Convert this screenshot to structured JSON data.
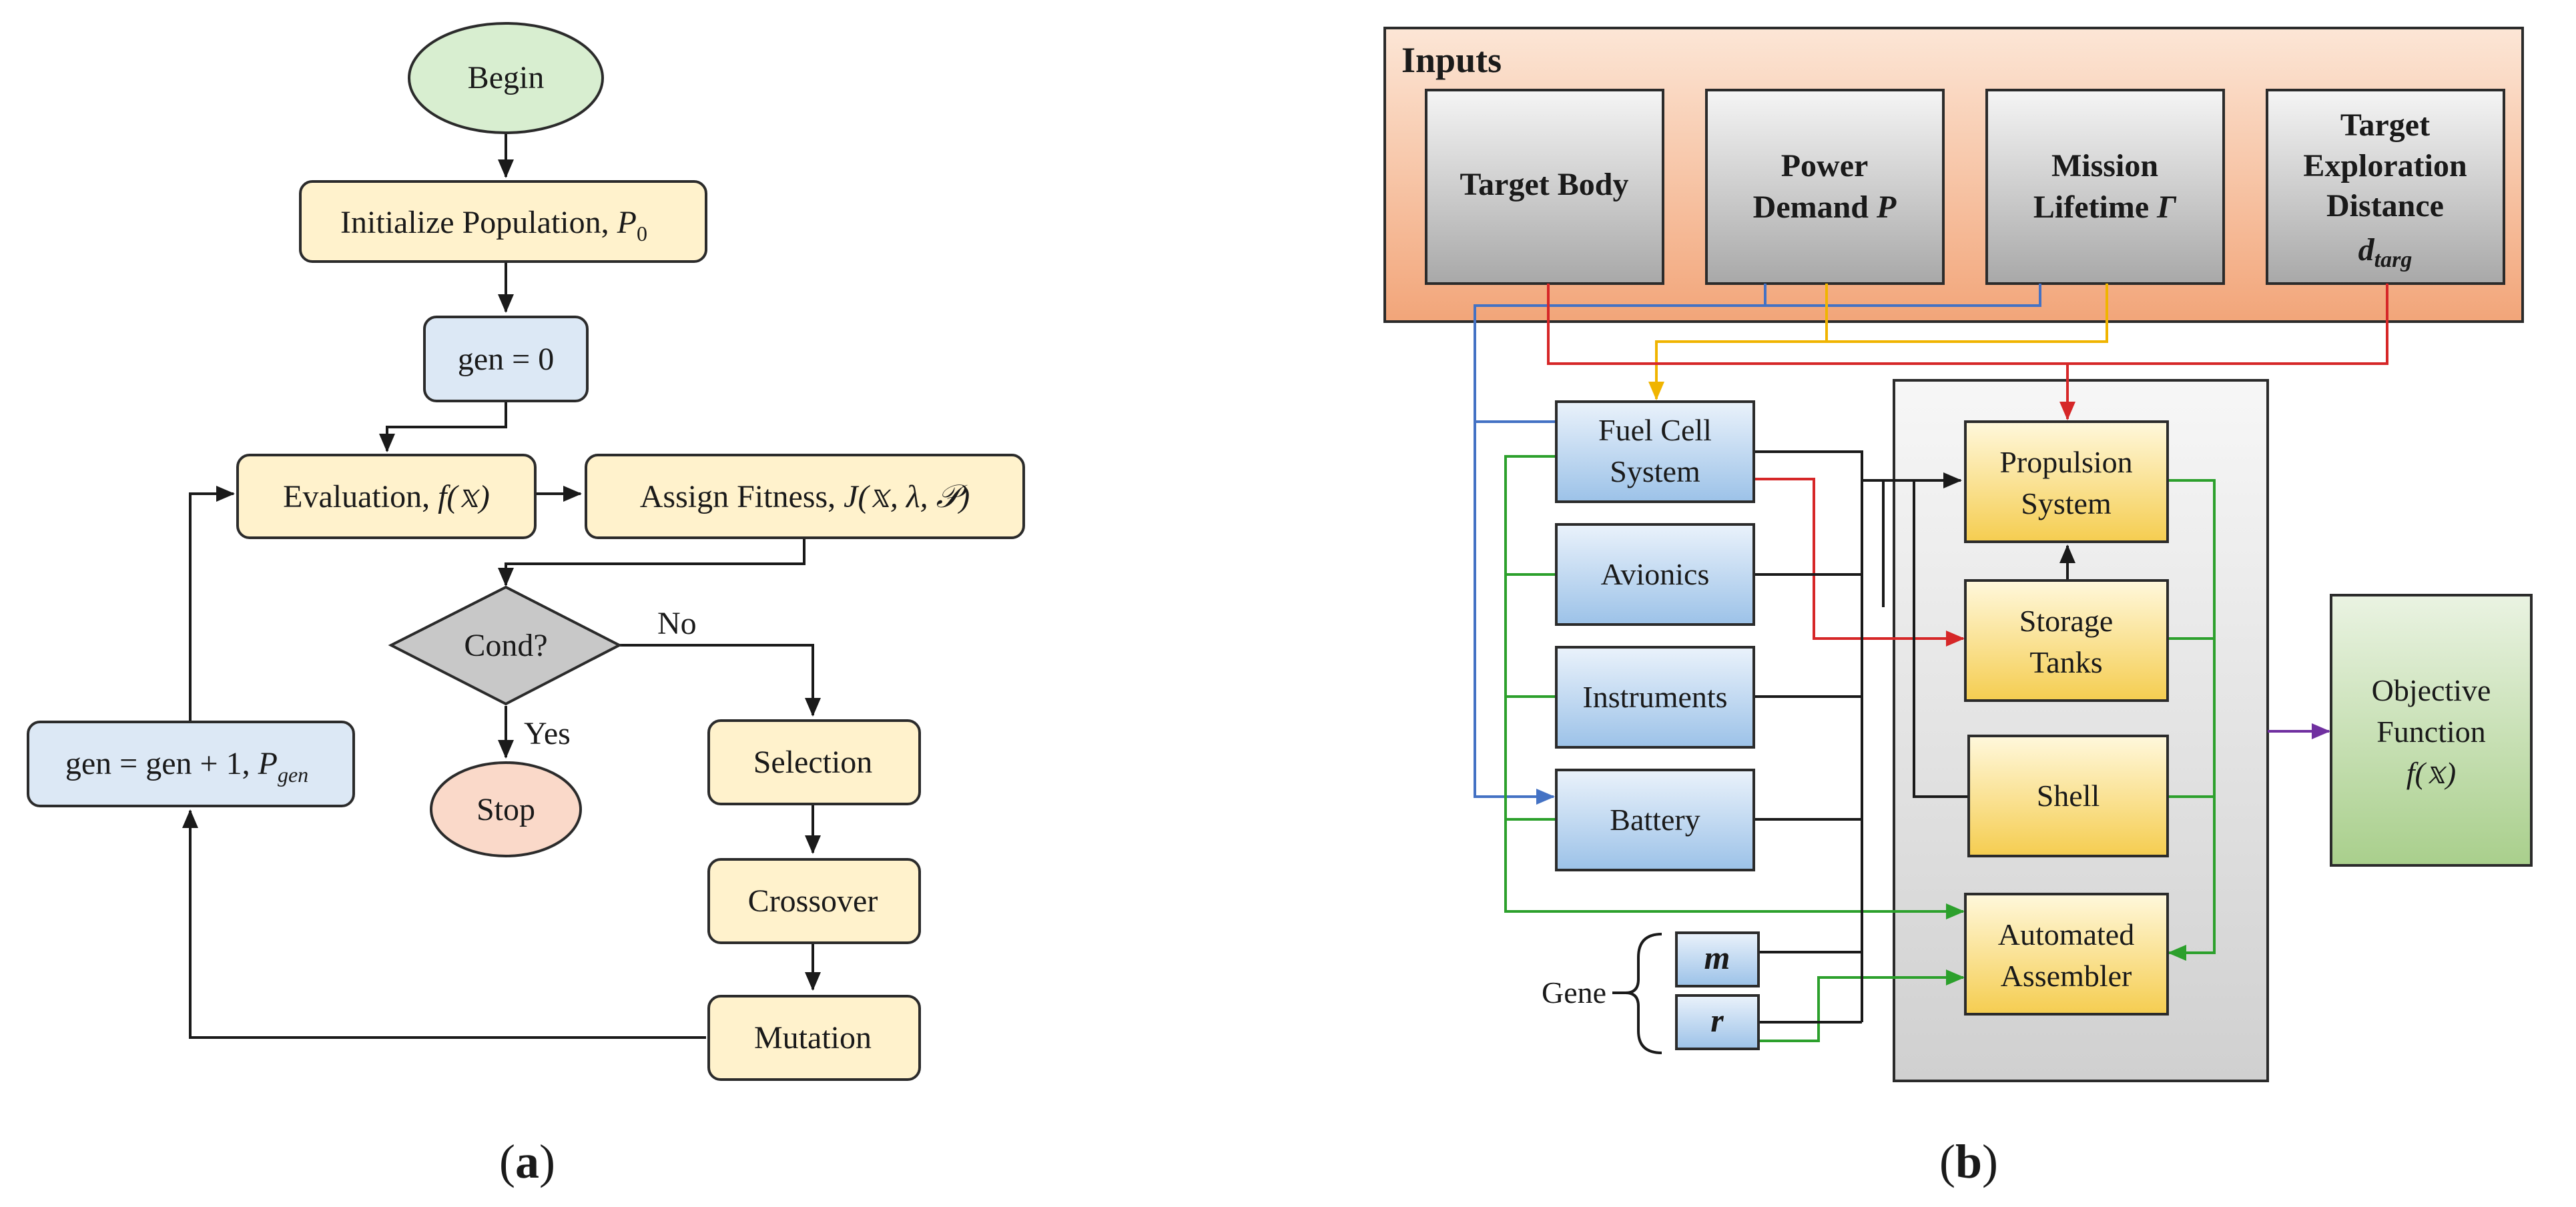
{
  "panel_a": {
    "caption": "(a)",
    "nodes": {
      "begin": "Begin",
      "init": "Initialize Population, ",
      "init_sym": "P",
      "init_sub": "0",
      "gen0": "gen = 0",
      "eval": "Evaluation, ",
      "eval_sym": "f(𝕩)",
      "assign": "Assign Fitness, ",
      "assign_sym": "J(𝕩, λ, 𝒫)",
      "cond": "Cond?",
      "stop": "Stop",
      "selection": "Selection",
      "crossover": "Crossover",
      "mutation": "Mutation",
      "genplus": "gen = gen + 1, ",
      "genplus_sym": "P",
      "genplus_sub": "gen"
    },
    "edge_labels": {
      "no": "No",
      "yes": "Yes"
    }
  },
  "panel_b": {
    "caption": "(b)",
    "inputs_title": "Inputs",
    "inputs": {
      "target_body": "Target Body",
      "power_l1": "Power",
      "power_l2": "Demand ",
      "power_sym": "P",
      "mission_l1": "Mission",
      "mission_l2": "Lifetime ",
      "mission_sym": "Γ",
      "target_l1": "Target",
      "target_l2": "Exploration",
      "target_l3": "Distance",
      "target_sym": "d",
      "target_sub": "targ"
    },
    "components": {
      "fuelcell_l1": "Fuel Cell",
      "fuelcell_l2": "System",
      "avionics": "Avionics",
      "instruments": "Instruments",
      "battery": "Battery",
      "propulsion_l1": "Propulsion",
      "propulsion_l2": "System",
      "storage_l1": "Storage",
      "storage_l2": "Tanks",
      "shell": "Shell",
      "assembler_l1": "Automated",
      "assembler_l2": "Assembler",
      "objective_l1": "Objective",
      "objective_l2": "Function",
      "objective_sym": "f(𝕩)"
    },
    "gene_label": "Gene",
    "gene_m": "m",
    "gene_r": "r"
  },
  "colors": {
    "blue_line": "#4472C4",
    "yellow_line": "#F0B400",
    "red_line": "#D62728",
    "green_line": "#2CA02C",
    "purple_line": "#7030A0"
  }
}
